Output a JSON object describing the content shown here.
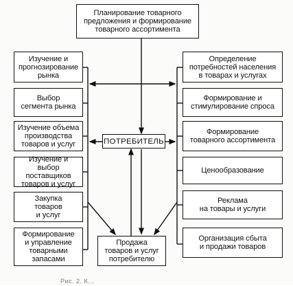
{
  "diagram": {
    "top": "Планирование товарного\nпредложения и формирование\nтоварного ассортимента",
    "center": "ПОТРЕБИТЕЛЬ",
    "bottom": "Продажа\nтоваров и услуг\nпотребителю",
    "left": [
      "Изучение и\nпрогнозирование\nрынка",
      "Выбор\nсегмента рынка",
      "Изучение объема\nпроизводства\nтоваров и услуг",
      "Изучение и выбор\nпоставщиков\nтоваров и услуг",
      "Закупка\nтоваров\nи услуг",
      "Формирование\nи управление\nтоварными\nзапасами"
    ],
    "right": [
      "Определение\nпотребностей населения\nв товарах и услугах",
      "Формирование и\nстимулирование спроса",
      "Формирование\nтоварного ассортимента",
      "Ценообразование",
      "Реклама\nна товары и услуги",
      "Организация сбыта\nи продажи  товаров"
    ],
    "caption": "Рис. 2. К..."
  }
}
